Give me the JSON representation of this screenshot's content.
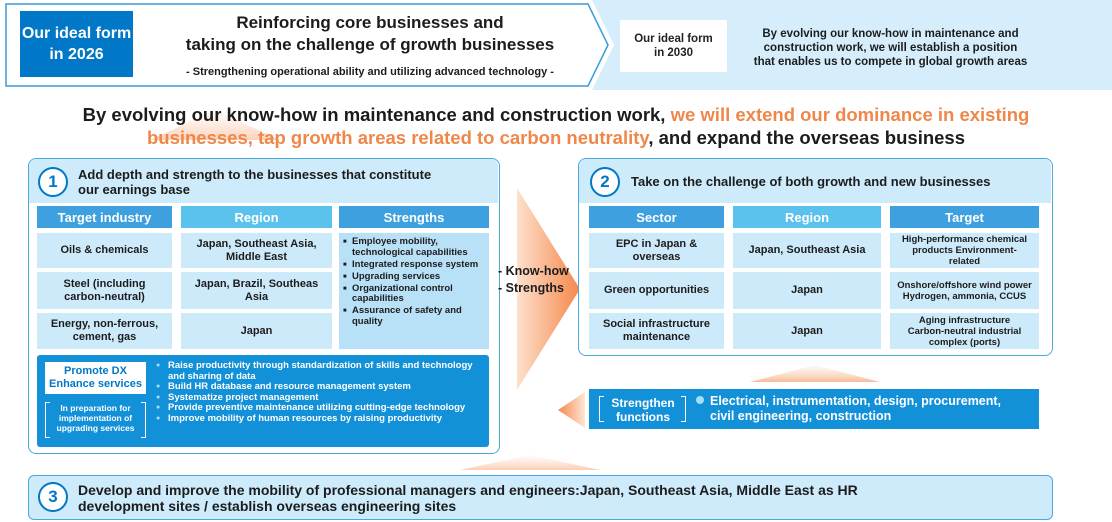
{
  "banner": {
    "ideal_2026": "Our ideal form in 2026",
    "title_line1": "Reinforcing core businesses and",
    "title_line2": "taking on the challenge of growth businesses",
    "subtitle": "- Strengthening operational ability and utilizing advanced technology -",
    "ideal_2030": "Our ideal form in 2030",
    "desc_2030_line1": "By evolving our know-how in maintenance and",
    "desc_2030_line2": "construction work, we will establish a position",
    "desc_2030_line3": "that enables us to compete in global growth areas"
  },
  "headline": {
    "part1": "By evolving our know-how in maintenance and construction work, ",
    "part2_orange": "we will extend our dominance in existing businesses, tap growth areas related to carbon neutrality",
    "part3": ", and expand the overseas business"
  },
  "panel1": {
    "number": "1",
    "title_line1": "Add depth and strength to the businesses that constitute",
    "title_line2": "our earnings base",
    "headers": [
      "Target industry",
      "Region",
      "Strengths"
    ],
    "industries": [
      "Oils & chemicals",
      "Steel (including carbon-neutral)",
      "Energy, non-ferrous, cement, gas"
    ],
    "regions": [
      "Japan, Southeast Asia, Middle East",
      "Japan, Brazil, Southeas Asia",
      "Japan"
    ],
    "strengths": [
      "Employee mobility, technological capabilities",
      "Integrated response system",
      "Upgrading services",
      "Organizational control capabilities",
      "Assurance of safety and quality"
    ],
    "dx_label_line1": "Promote DX",
    "dx_label_line2": "Enhance services",
    "dx_prep_line1": "In preparation for",
    "dx_prep_line2": "implementation of",
    "dx_prep_line3": "upgrading services",
    "dx_items": [
      "Raise productivity through standardization of skills and technology and sharing of data",
      "Build HR database and resource management system",
      "Systematize project management",
      "Provide preventive maintenance utilizing cutting-edge technology",
      "Improve mobility of human resources by raising productivity"
    ]
  },
  "knowhow": {
    "line1": "- Know-how",
    "line2": "- Strengths"
  },
  "panel2": {
    "number": "2",
    "title": "Take on the challenge of both growth and new businesses",
    "headers": [
      "Sector",
      "Region",
      "Target"
    ],
    "sectors": [
      "EPC in Japan & overseas",
      "Green opportunities",
      "Social infrastructure maintenance"
    ],
    "regions": [
      "Japan, Southeast Asia",
      "Japan",
      "Japan"
    ],
    "targets": [
      "High-performance chemical products Environment-related",
      "Onshore/offshore wind power Hydrogen, ammonia, CCUS",
      "Aging infrastructure Carbon-neutral industrial complex (ports)"
    ]
  },
  "strengthen": {
    "label_line1": "Strengthen",
    "label_line2": "functions",
    "text_line1": "Electrical, instrumentation, design, procurement,",
    "text_line2": "civil engineering, construction"
  },
  "panel3": {
    "number": "3",
    "text_line1": "Develop and improve the mobility of professional managers and engineers:Japan, Southeast Asia, Middle East as HR",
    "text_line2": "development sites / establish overseas engineering sites"
  },
  "colors": {
    "brand_blue": "#0078c7",
    "accent_orange": "#f0874a",
    "light_blue": "#cdebfa"
  }
}
